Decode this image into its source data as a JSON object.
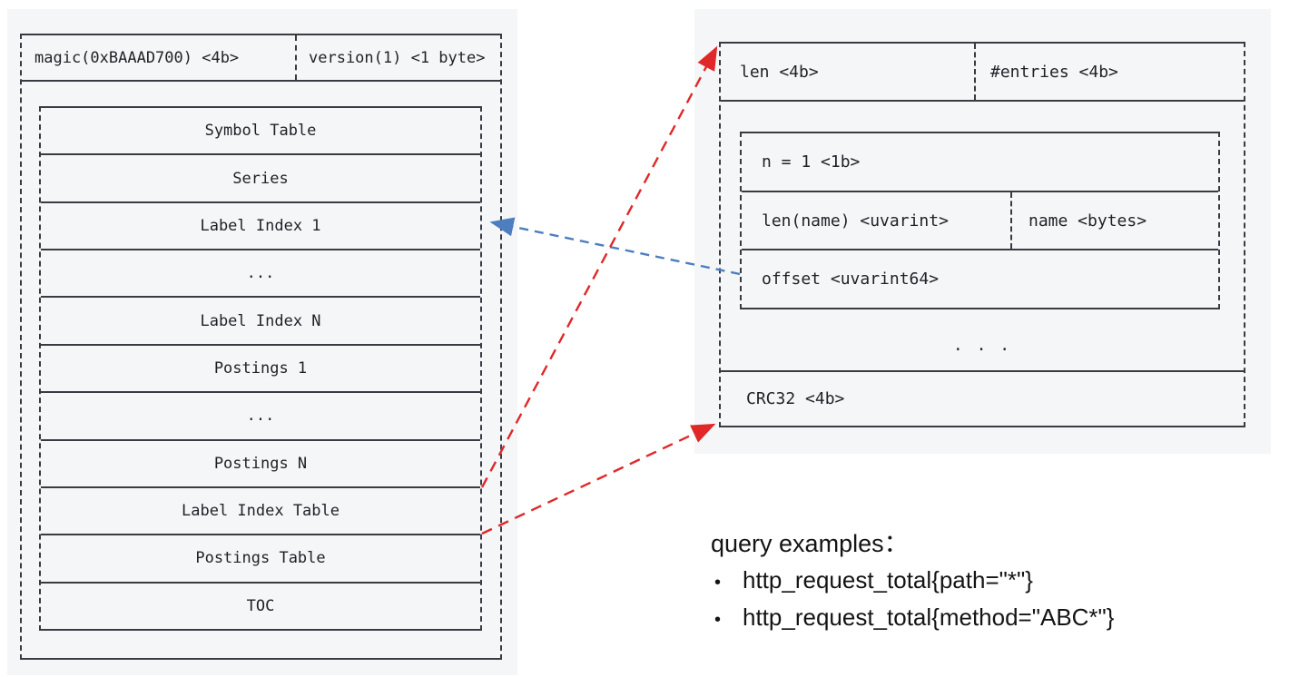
{
  "left_panel": {
    "header": {
      "magic": "magic(0xBAAAD700) <4b>",
      "version": "version(1) <1 byte>"
    },
    "rows": [
      "Symbol Table",
      "Series",
      "Label Index 1",
      "...",
      "Label Index N",
      "Postings 1",
      "...",
      "Postings N",
      "Label Index Table",
      "Postings Table",
      "TOC"
    ]
  },
  "right_panel": {
    "header": {
      "len": "len <4b>",
      "entries": "#entries <4b>"
    },
    "entry": {
      "n": "n = 1 <1b>",
      "len_name": "len(name) <uvarint>",
      "name": "name <bytes>",
      "offset": "offset <uvarint64>"
    },
    "ellipsis": ". . .",
    "crc": "CRC32 <4b>"
  },
  "queries": {
    "title": "query examples：",
    "bullet": "•",
    "items": [
      "http_request_total{path=\"*\"}",
      "http_request_total{method=\"ABC*\"}"
    ]
  },
  "arrows": [
    {
      "id": "blue",
      "from": "offset <uvarint64>",
      "to": "Label Index 1"
    },
    {
      "id": "red-top",
      "from": "Label Index Table",
      "to": "table detail start"
    },
    {
      "id": "red-bot",
      "from": "Postings Table",
      "to": "table detail end"
    }
  ],
  "colors": {
    "background": "#ffffff",
    "panel_bg": "#f5f6f8",
    "line": "#383c42",
    "text": "#1e2226",
    "red_arrow": "#e02828",
    "blue_arrow": "#4d7ebf"
  }
}
